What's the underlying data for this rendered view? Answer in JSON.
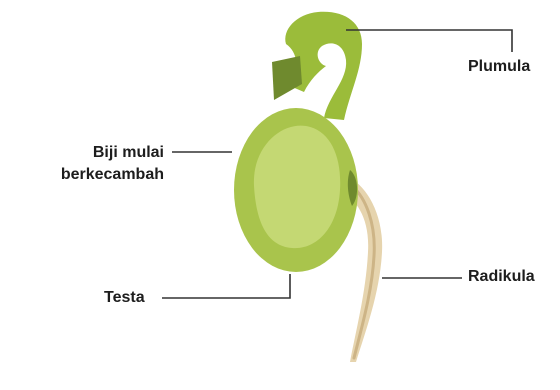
{
  "labels": {
    "plumula": "Plumula",
    "biji_line1": "Biji mulai",
    "biji_line2": "berkecambah",
    "testa": "Testa",
    "radikula": "Radikula"
  },
  "colors": {
    "seed_coat": "#a9c44c",
    "seed_inner": "#c4d873",
    "seed_shadow": "#92ad3a",
    "plumula": "#9bbc3a",
    "leaf_tip": "#6f8a2e",
    "radicle": "#e6d4ae",
    "radicle_shade": "#cdb486",
    "leader_line": "#333333"
  }
}
